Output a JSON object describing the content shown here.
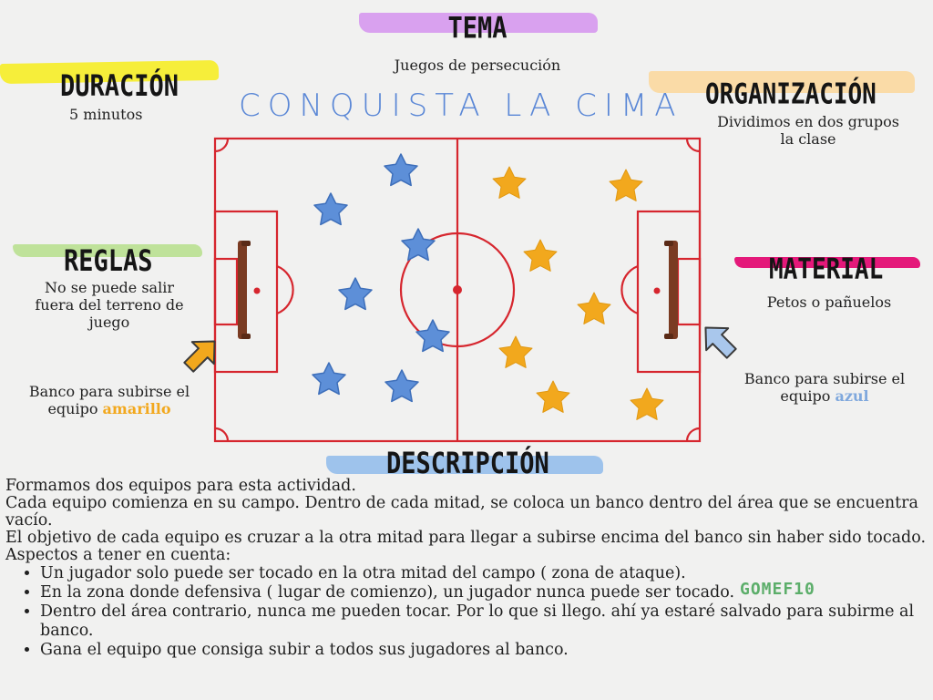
{
  "tema": {
    "title": "TEMA",
    "text": "Juegos de persecución"
  },
  "duracion": {
    "title": "DURACIÓN",
    "text": "5 minutos"
  },
  "main_title": "CONQUISTA LA CIMA",
  "organizacion": {
    "title": "ORGANIZACIÓN",
    "line1": "Dividimos en dos grupos",
    "line2": "la clase"
  },
  "reglas": {
    "title": "REGLAS",
    "line1": "No se puede salir",
    "line2": "fuera del terreno de",
    "line3": "juego"
  },
  "material": {
    "title": "MATERIAL",
    "text": "Petos o pañuelos"
  },
  "banco_left": {
    "line1": "Banco para subirse el",
    "prefix": "equipo ",
    "team": "amarillo"
  },
  "banco_right": {
    "line1": "Banco para subirse el",
    "prefix": "equipo ",
    "team": "azul"
  },
  "descripcion": {
    "title": "DESCRIPCIÓN",
    "p1": "Formamos dos equipos para esta actividad.",
    "p2": "Cada equipo comienza en su campo. Dentro de cada mitad, se coloca un banco dentro del área que se encuentra vacío.",
    "p3": "El objetivo de cada equipo es cruzar a la otra mitad para llegar a subirse encima del banco sin haber sido tocado.",
    "p4": "Aspectos a tener en cuenta:",
    "aspects": [
      "Un jugador solo puede ser tocado en la otra mitad del campo ( zona de ataque).",
      "En la zona donde defensiva ( lugar de comienzo), un jugador nunca puede ser tocado.",
      "Dentro del área contrario, nunca me pueden tocar. Por lo que si llego. ahí ya estaré salvado para subirme al banco.",
      "Gana el equipo que consiga subir a todos sus jugadores al banco."
    ]
  },
  "credit": "GOMEF10",
  "colors": {
    "field_lines": "#d6262e",
    "blue_star": "#5d8fd8",
    "yellow_star": "#f2a81d",
    "bench": "#7a3b22",
    "brush_tema": "#d9a1ef",
    "brush_duracion": "#f6ee3a",
    "brush_organizacion": "#fbd79a",
    "brush_reglas": "#bfe29a",
    "brush_material": "#e4197a",
    "brush_descripcion": "#9ec3ec"
  }
}
